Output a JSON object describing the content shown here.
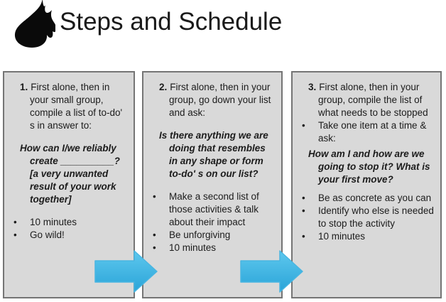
{
  "title": "Steps and Schedule",
  "logo": {
    "name": "flame-icon"
  },
  "colors": {
    "box_fill": "#d9d9d9",
    "box_border": "#757575",
    "arrow_top": "#5ec8ee",
    "arrow_bottom": "#2aa4d8",
    "text": "#1c1c1c"
  },
  "boxes": [
    {
      "number": "1.",
      "intro": "First alone, then in your small group, compile a list of to-do' s in answer to:",
      "emphasis": "How can I/we reliably create __________? [a very unwanted result of your work together]",
      "bullets": [
        "10 minutes",
        "Go wild!"
      ]
    },
    {
      "number": "2.",
      "intro": "First alone, then in your group, go down your list and ask:",
      "emphasis": "Is there anything we are doing that resembles in any shape or form to-do' s on our list?",
      "bullets": [
        "Make a second list of those activities & talk about their impact",
        "Be unforgiving",
        "10 minutes"
      ]
    },
    {
      "number": "3.",
      "intro": "First alone, then in your group, compile the list of what needs to be stopped",
      "pre_emphasis_bullets": [
        "Take one item at a time & ask:"
      ],
      "emphasis": "How am I and how are we going to stop it? What is your first move?",
      "bullets": [
        "Be as concrete as you can",
        "Identify who else is needed to stop the activity",
        "10 minutes"
      ]
    }
  ],
  "arrows": [
    {
      "name": "step-1-to-2-arrow"
    },
    {
      "name": "step-2-to-3-arrow"
    }
  ]
}
